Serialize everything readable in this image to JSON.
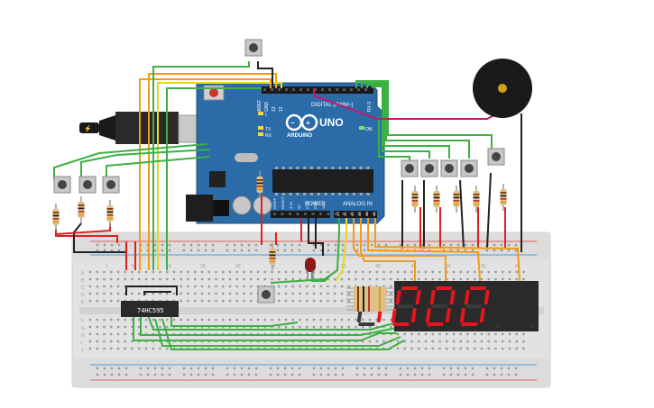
{
  "arduino": {
    "label_digital": "DIGITAL (PWM~)",
    "label_uno": "UNO",
    "label_brand": "ARDUINO",
    "label_on": "ON",
    "label_power": "POWER",
    "label_analog": "ANALOG IN",
    "label_tx": "TX",
    "label_rx": "RX",
    "label_l": "L",
    "label_aref": "AREF",
    "label_gnd": "GND",
    "label_13": "13",
    "label_12": "12",
    "label_rx0": "RX 0",
    "analog_pins": [
      "A0",
      "A1",
      "A2",
      "A3",
      "A4",
      "A5"
    ],
    "power_pins": [
      "IOREF",
      "RESET",
      "3.3V",
      "5V",
      "GND",
      "GND",
      "Vin"
    ]
  },
  "shift_register": {
    "label": "74HC595"
  },
  "display": {
    "digits": [
      "",
      "1",
      "0",
      "0",
      "0"
    ]
  },
  "breadboard": {
    "row_letters_top": [
      "A",
      "B",
      "C",
      "D",
      "E"
    ],
    "row_letters_bottom": [
      "F",
      "G",
      "H",
      "I",
      "J"
    ],
    "column_numbers": [
      "1",
      "5",
      "10",
      "15",
      "20",
      "25",
      "30",
      "35",
      "40",
      "45",
      "50",
      "55",
      "60"
    ]
  },
  "colors": {
    "board": "#2b6ca8",
    "breadboard": "#e2e2e2",
    "wire_green": "#3cb043",
    "wire_orange": "#f39c12",
    "wire_yellow": "#e7d81a",
    "wire_red": "#e02020",
    "wire_black": "#222222",
    "wire_magenta": "#c2186b",
    "segment_on": "#e8141c"
  }
}
